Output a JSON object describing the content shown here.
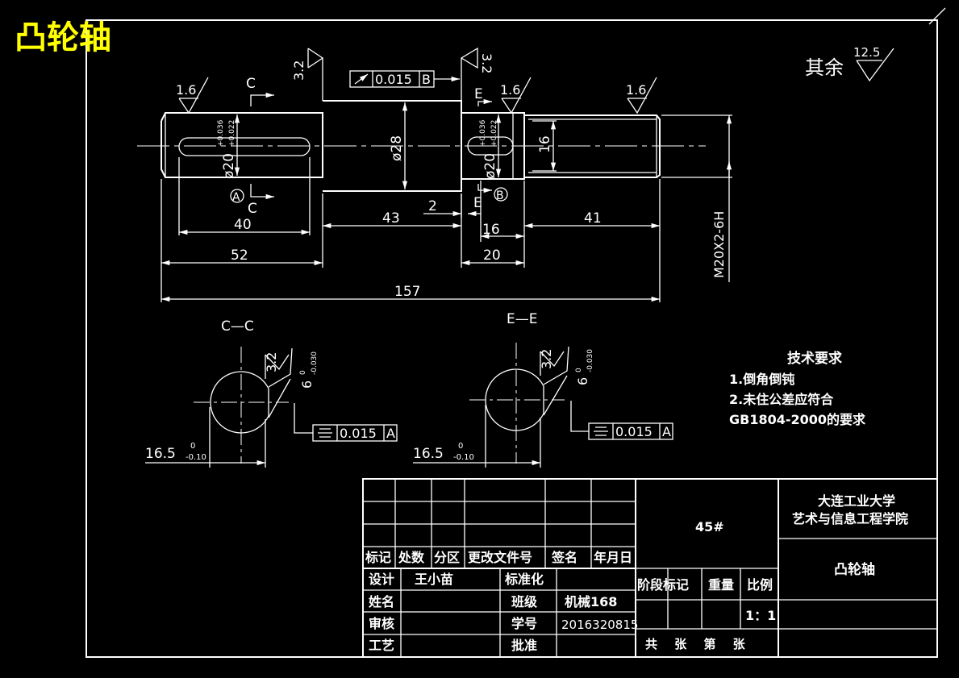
{
  "title": "凸轮轴",
  "remaining_roughness": {
    "label": "其余",
    "value": "12.5"
  },
  "roughness": {
    "r16": "1.6",
    "r32": "3.2"
  },
  "section_labels": {
    "c": "C",
    "e": "E",
    "a": "A",
    "b": "B",
    "cc": "C—C",
    "ee": "E—E"
  },
  "geometric_tolerance": {
    "runout_value": "0.015",
    "runout_datum": "B",
    "sym_value": "0.015",
    "sym_datum": "A"
  },
  "dimensions": {
    "d40": "40",
    "d43": "43",
    "d2": "2",
    "d16": "16",
    "d41": "41",
    "d52": "52",
    "d20": "20",
    "d157": "157",
    "phi28": "ø28",
    "phi20a": "ø20",
    "phi20b": "ø20",
    "tol_up": "+0.036",
    "tol_lo": "+0.022",
    "d16v": "16",
    "thread": "M20X2-6H",
    "key_depth": "16.5",
    "key_tol_up": "0",
    "key_tol_lo": "-0.10",
    "key_width": "6",
    "kw_tol_up": "0",
    "kw_tol_lo": "-0.030"
  },
  "tech_requirements": {
    "heading": "技术要求",
    "item1": "1.倒角倒钝",
    "item2": "2.未住公差应符合",
    "item3": "GB1804-2000的要求"
  },
  "title_block": {
    "headers": [
      "标记",
      "处数",
      "分区",
      "更改文件号",
      "签名",
      "年月日"
    ],
    "material": "45#",
    "university": "大连工业大学",
    "college": "艺术与信息工程学院",
    "part_name": "凸轮轴",
    "design_label": "设计",
    "designer": "王小苗",
    "standard_label": "标准化",
    "name_label": "姓名",
    "class_label": "班级",
    "class_value": "机械168",
    "review_label": "审核",
    "id_label": "学号",
    "id_value": "2016320815",
    "process_label": "工艺",
    "approve_label": "批准",
    "stage_label": "阶段标记",
    "weight_label": "重量",
    "scale_label": "比例",
    "scale_value": "1：1",
    "sheet_text": "共 张 第 张"
  }
}
